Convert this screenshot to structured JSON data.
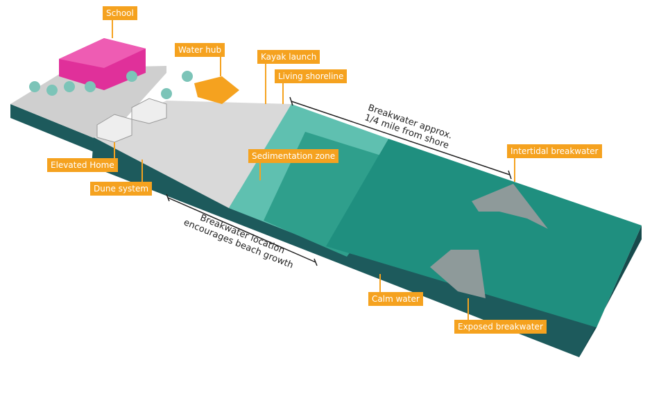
{
  "labels": {
    "school": "School",
    "water_hub": "Water hub",
    "kayak_launch": "Kayak launch",
    "living_shoreline": "Living shoreline",
    "sedimentation_zone": "Sedimentation zone",
    "intertidal_breakwater": "Intertidal breakwater",
    "elevated_home": "Elevated Home",
    "dune_system": "Dune system",
    "calm_water": "Calm water",
    "exposed_breakwater": "Exposed breakwater"
  },
  "annotations": {
    "distance_line1": "Breakwater approx.",
    "distance_line2": "1/4 mile from shore",
    "location_line1": "Breakwater location",
    "location_line2": "encourages beach growth"
  },
  "colors": {
    "label": "#f5a21f",
    "water": "#1f8f7f",
    "side": "#1d5a5c",
    "land": "#d8d8d8",
    "school": "#e0309a"
  }
}
